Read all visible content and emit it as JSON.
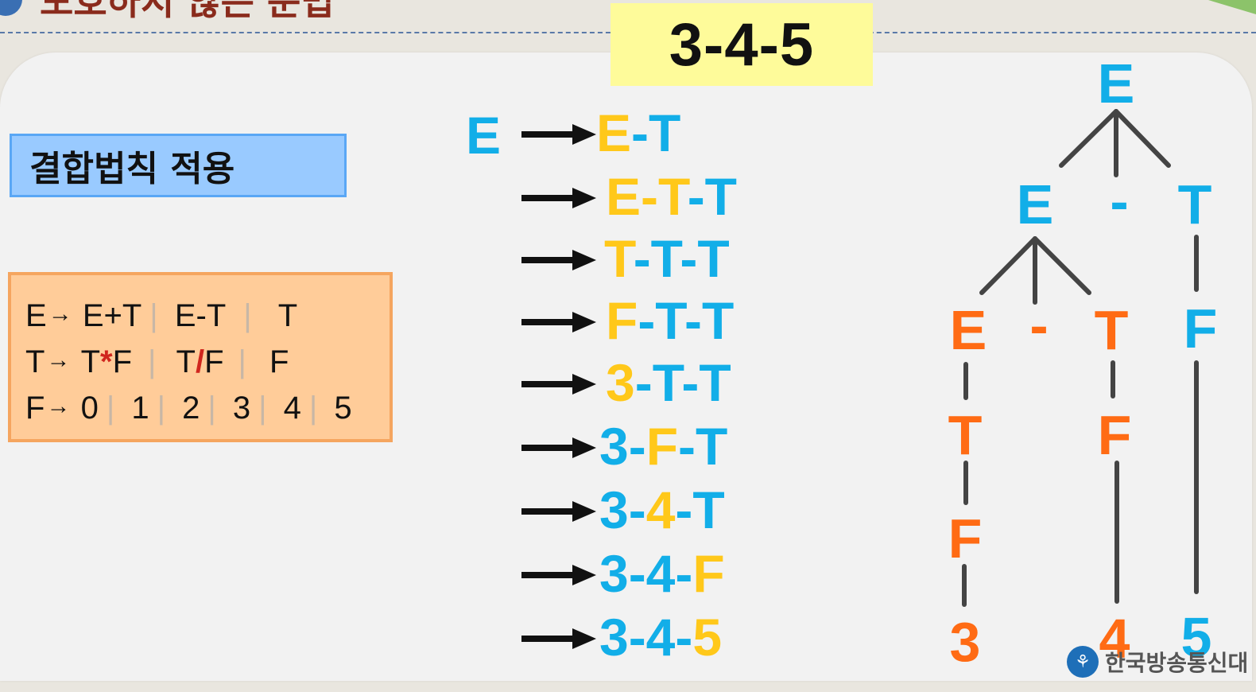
{
  "slide": {
    "title": "모호하지 않은 문법",
    "expression": "3-4-5",
    "label": "결합법칙 적용"
  },
  "grammar": {
    "rules": [
      {
        "lhs": "E",
        "alts": [
          "E+T",
          "E-T",
          "T"
        ]
      },
      {
        "lhs": "T",
        "alts": [
          "T*F",
          "T/F",
          "F"
        ]
      },
      {
        "lhs": "F",
        "alts": [
          "0",
          "1",
          "2",
          "3",
          "4",
          "5"
        ]
      }
    ]
  },
  "derivation": {
    "start": "E",
    "steps": [
      [
        [
          "E",
          "yellow"
        ],
        [
          "-T",
          "blue"
        ]
      ],
      [
        [
          "E-T",
          "yellow"
        ],
        [
          "-T",
          "blue"
        ]
      ],
      [
        [
          "T",
          "yellow"
        ],
        [
          "-T-T",
          "blue"
        ]
      ],
      [
        [
          "F",
          "yellow"
        ],
        [
          "-T-T",
          "blue"
        ]
      ],
      [
        [
          "3",
          "yellow"
        ],
        [
          "-T-T",
          "blue"
        ]
      ],
      [
        [
          "3-",
          "blue"
        ],
        [
          "F",
          "yellow"
        ],
        [
          "-T",
          "blue"
        ]
      ],
      [
        [
          "3-",
          "blue"
        ],
        [
          "4",
          "yellow"
        ],
        [
          "-T",
          "blue"
        ]
      ],
      [
        [
          "3-4-",
          "blue"
        ],
        [
          "F",
          "yellow"
        ]
      ],
      [
        [
          "3-4-",
          "blue"
        ],
        [
          "5",
          "yellow"
        ]
      ]
    ]
  },
  "tree": {
    "root": "E",
    "level1": [
      "E",
      "-",
      "T"
    ],
    "level2": [
      "E",
      "-",
      "T",
      "F"
    ],
    "level3": [
      "T",
      "F"
    ],
    "level4": [
      "F"
    ],
    "leaves": [
      "3",
      "4",
      "5"
    ]
  },
  "colors": {
    "blue": "#12aee8",
    "yellow": "#ffc81a",
    "orange": "#ff6b14",
    "line": "#444444"
  },
  "footer": {
    "logo_text": "한국방송통신대"
  }
}
